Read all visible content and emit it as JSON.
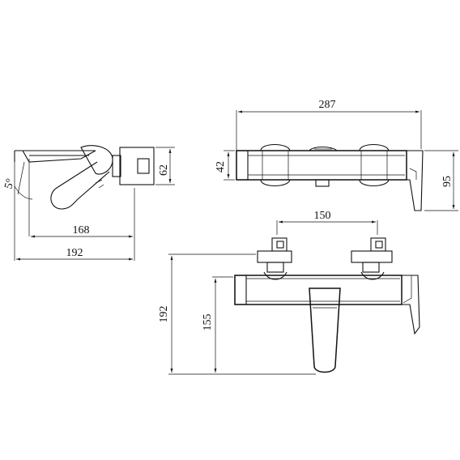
{
  "side_view": {
    "angle_label": "5°",
    "dim_height": "62",
    "dim_spout_reach": "168",
    "dim_total_depth": "192"
  },
  "top_view": {
    "dim_width": "287",
    "dim_body_height": "42",
    "dim_depth": "95"
  },
  "front_view": {
    "dim_centers": "150",
    "dim_total_height": "192",
    "dim_outlet_height": "155"
  }
}
